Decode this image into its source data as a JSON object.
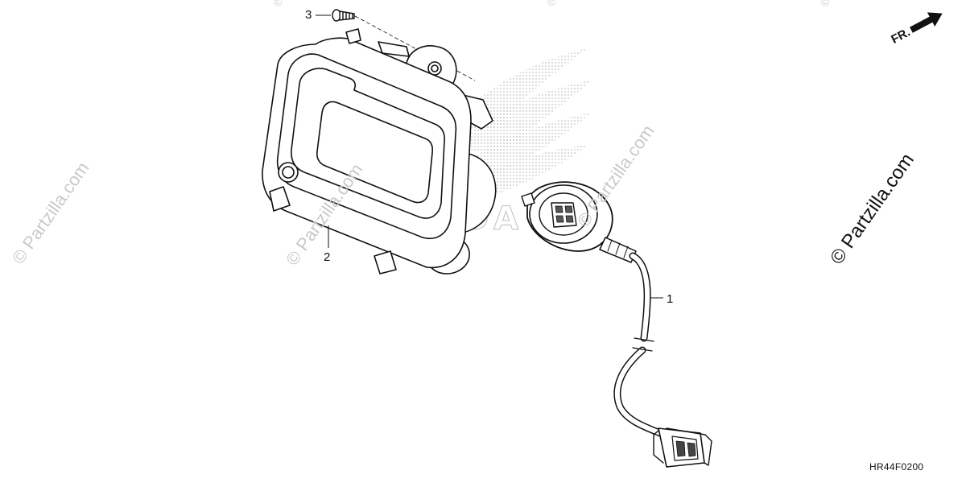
{
  "callouts": {
    "part_1": "1",
    "part_2": "2",
    "part_3": "3"
  },
  "direction": {
    "label": "FR."
  },
  "diagram_code": "HR44F0200",
  "watermarks": {
    "primary": "© Partzilla.com",
    "faint_1": "© Partzilla.com",
    "faint_2": "© Partzilla.com",
    "faint_3": "© Partzilla.com"
  },
  "colors": {
    "line": "#111111",
    "watermark": "#c9c9c9",
    "logo_dots": "#bdbdbd",
    "background": "#ffffff"
  },
  "icons": {
    "direction": "arrow-right-icon",
    "logo": "brand-wing-logo-icon"
  }
}
